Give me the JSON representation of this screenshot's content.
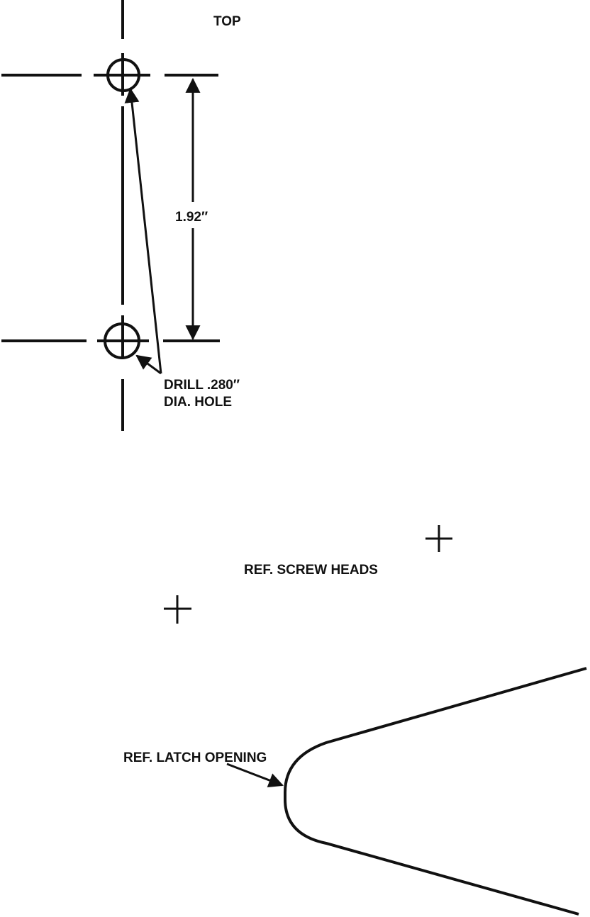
{
  "labels": {
    "top": "TOP",
    "dimension": "1.92″",
    "drill_line1": "DRILL .280″",
    "drill_line2": "DIA. HOLE",
    "screw_heads": "REF. SCREW HEADS",
    "latch_opening": "REF. LATCH OPENING"
  },
  "colors": {
    "ink": "#111111",
    "paper": "#ffffff"
  }
}
